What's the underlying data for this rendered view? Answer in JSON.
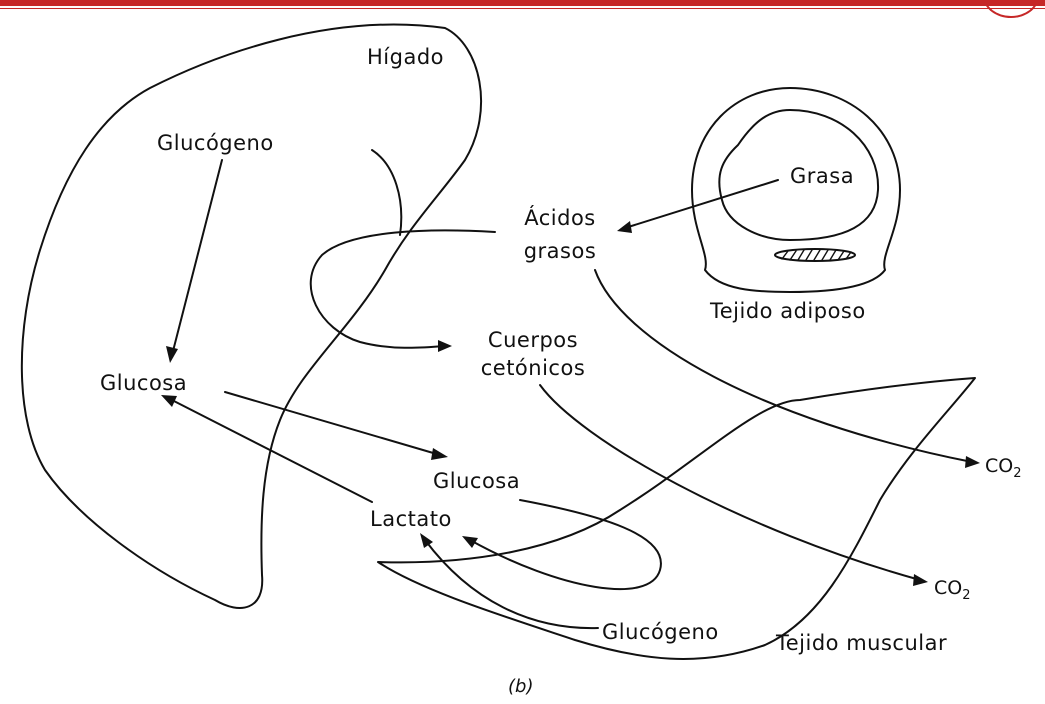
{
  "labels": {
    "higado": "Hígado",
    "glucogeno_higado": "Glucógeno",
    "glucosa_higado": "Glucosa",
    "acidos": "Ácidos",
    "grasos": "grasos",
    "cuerpos": "Cuerpos",
    "cetonicos": "cetónicos",
    "grasa": "Grasa",
    "tejido_adiposo": "Tejido adiposo",
    "glucosa_musculo": "Glucosa",
    "lactato": "Lactato",
    "glucogeno_musculo": "Glucógeno",
    "tejido_muscular": "Tejido muscular",
    "co2_upper": "CO",
    "co2_upper_sub": "2",
    "co2_lower": "CO",
    "co2_lower_sub": "2",
    "caption": "(b)"
  },
  "colors": {
    "line": "#111111",
    "accent": "#c62828"
  }
}
